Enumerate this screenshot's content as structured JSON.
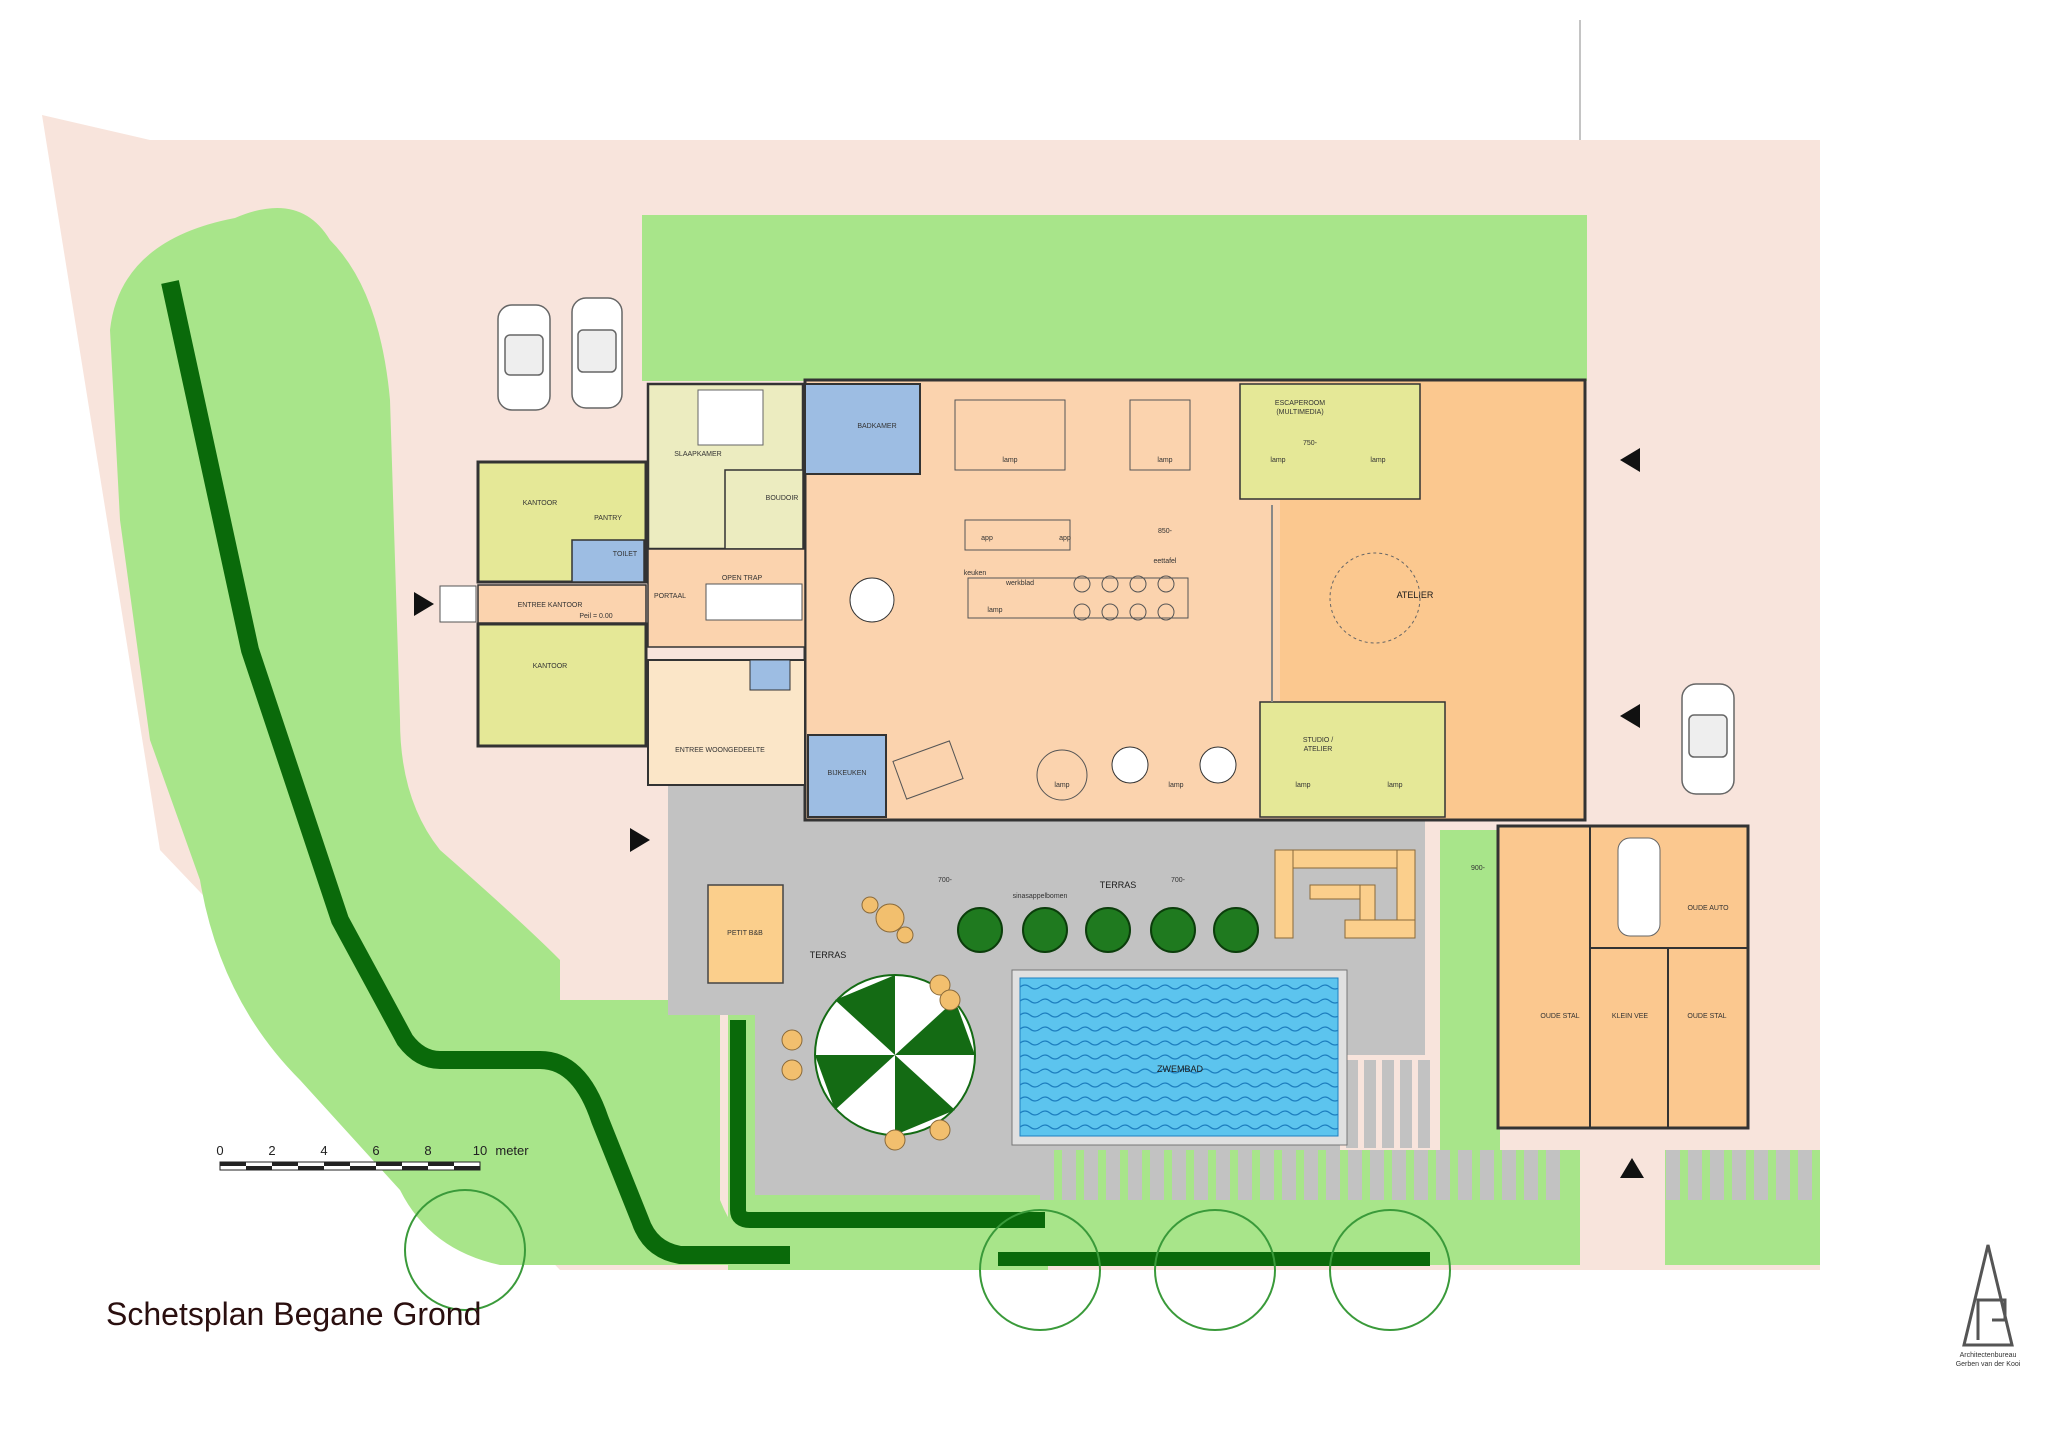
{
  "title": "Schetsplan Begane Grond",
  "scale_bar": {
    "ticks": [
      "0",
      "2",
      "4",
      "6",
      "8",
      "10"
    ],
    "unit": "meter"
  },
  "rooms": {
    "kantoor_top": "KANTOOR",
    "pantry": "PANTRY",
    "toilet": "TOILET",
    "entree_kantoor": "ENTREE KANTOOR",
    "peil": "Peil = 0.00",
    "kantoor_bottom": "KANTOOR",
    "slaapkamer": "SLAAPKAMER",
    "boudoir": "BOUDOIR",
    "badkamer": "BADKAMER",
    "portaal": "PORTAAL",
    "open_trap": "OPEN TRAP",
    "entree_woongedeelte": "ENTREE WOONGEDEELTE",
    "bijkeuken": "BIJKEUKEN",
    "escaperoom": "ESCAPEROOM",
    "multimedia": "(MULTIMEDIA)",
    "atelier": "ATELIER",
    "studio": "STUDIO /",
    "studio2": "ATELIER",
    "keuken": "keuken",
    "werkblad": "werkblad",
    "eettafel": "eettafel",
    "terras_top": "TERRAS",
    "terras_left": "TERRAS",
    "sinaasappelbomen": "sinasappelbomen",
    "petit_bb": "PETIT B&B",
    "zwembad": "ZWEMBAD",
    "oude_auto": "OUDE AUTO",
    "oude_stal_left": "OUDE STAL",
    "klein_vee": "KLEIN VEE",
    "oude_stal_right": "OUDE STAL"
  },
  "lamp_label": "lamp",
  "app_label": "app",
  "dims": [
    "850-",
    "750-",
    "700-",
    "900-"
  ],
  "logo": {
    "line1": "Architectenbureau",
    "line2": "Gerben van der Kooi"
  },
  "colors": {
    "ground": "#f8e4dc",
    "lawn": "#a8e58a",
    "hedge": "#0a6a0a",
    "living": "#fbd3ae",
    "atelier": "#fbc88f",
    "office": "#e5e897",
    "sleep": "#ececc0",
    "bath": "#9dbde3",
    "terrace": "#c2c2c2",
    "wood": "#fbcf8c",
    "pool": "#57c3ee"
  }
}
